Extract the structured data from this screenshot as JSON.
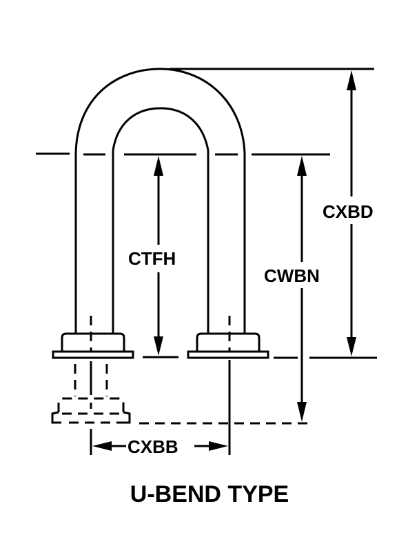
{
  "diagram": {
    "title": "U-BEND TYPE",
    "dimensions": {
      "cxbd": "CXBD",
      "ctfh": "CTFH",
      "cwbn": "CWBN",
      "cxbb": "CXBB"
    },
    "colors": {
      "line": "#000000",
      "background": "#ffffff"
    }
  }
}
